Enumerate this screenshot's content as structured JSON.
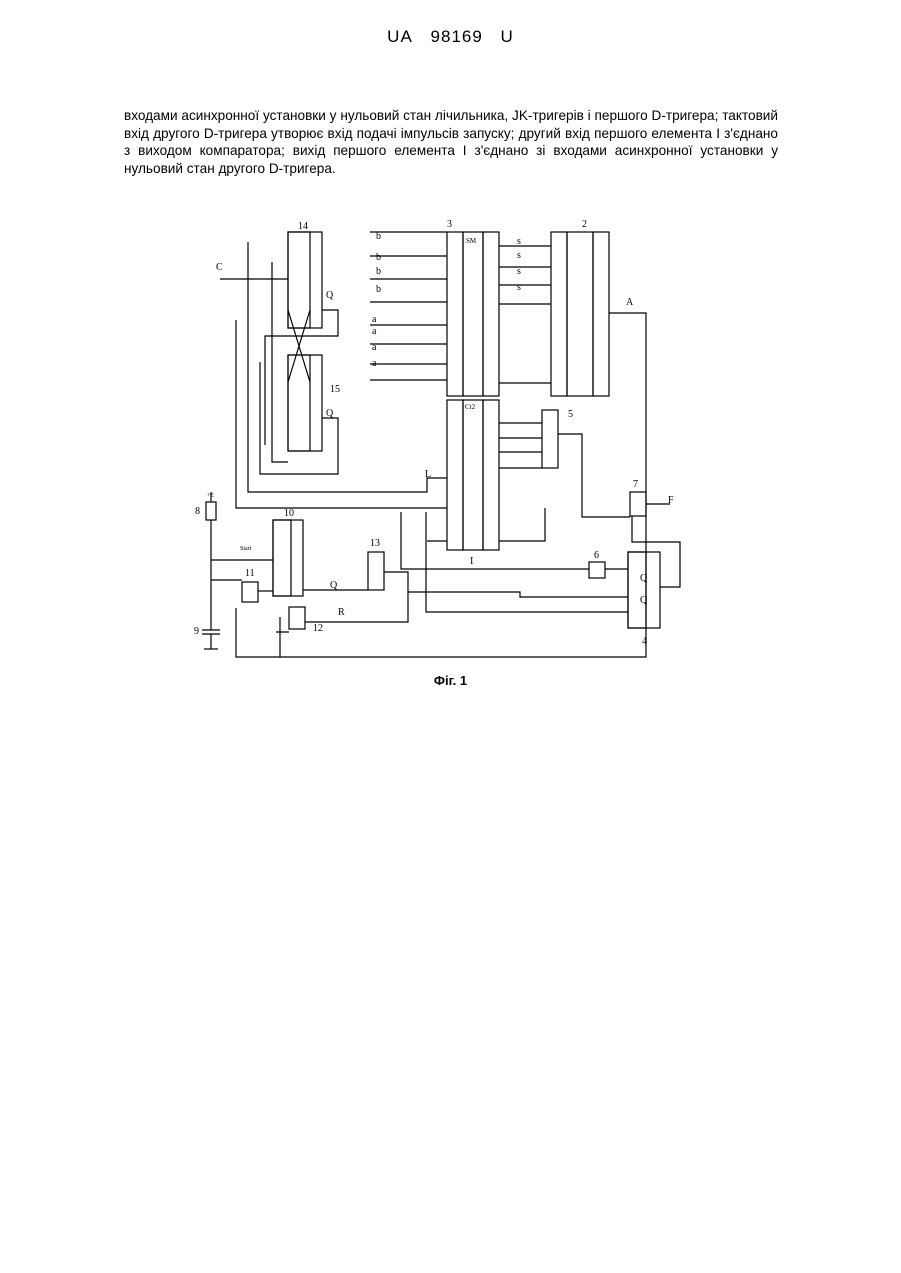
{
  "header": {
    "country": "UA",
    "number": "98169",
    "kind": "U"
  },
  "paragraph": "входами асинхронної установки у нульовий стан лічильника, JK-тригерів і першого D-тригера; тактовий вхід другого D-тригера утворює вхід подачі імпульсів запуску; другий вхід першого елемента І з'єднано з виходом компаратора; вихід першого елемента І з'єднано зі входами асинхронної установки у нульовий стан другого D-тригера.",
  "figure": {
    "caption": "Фіг. 1",
    "labels": {
      "n14": "14",
      "n3": "3",
      "n2": "2",
      "n15": "15",
      "n5": "5",
      "n7": "7",
      "n8": "8",
      "n10": "10",
      "n11": "11",
      "n13": "13",
      "n6": "6",
      "n12": "12",
      "n4": "4",
      "n9": "9",
      "b0": "b",
      "b1": "b",
      "b2": "b",
      "b3": "b",
      "a0": "a",
      "a1": "a",
      "a2": "a",
      "a3": "a",
      "s0": "s",
      "s1": "s",
      "s2": "s",
      "s3": "s",
      "q1": "Q",
      "q2": "Q",
      "abar": "A",
      "F": "F",
      "Q": "Q",
      "R": "R",
      "Qout": "Q",
      "Qbar": "Q",
      "L": "L",
      "I": "I",
      "start": "Start",
      "sm": "SM",
      "ct2": "Ct2",
      "c": "C",
      "plusE": "+E"
    }
  }
}
